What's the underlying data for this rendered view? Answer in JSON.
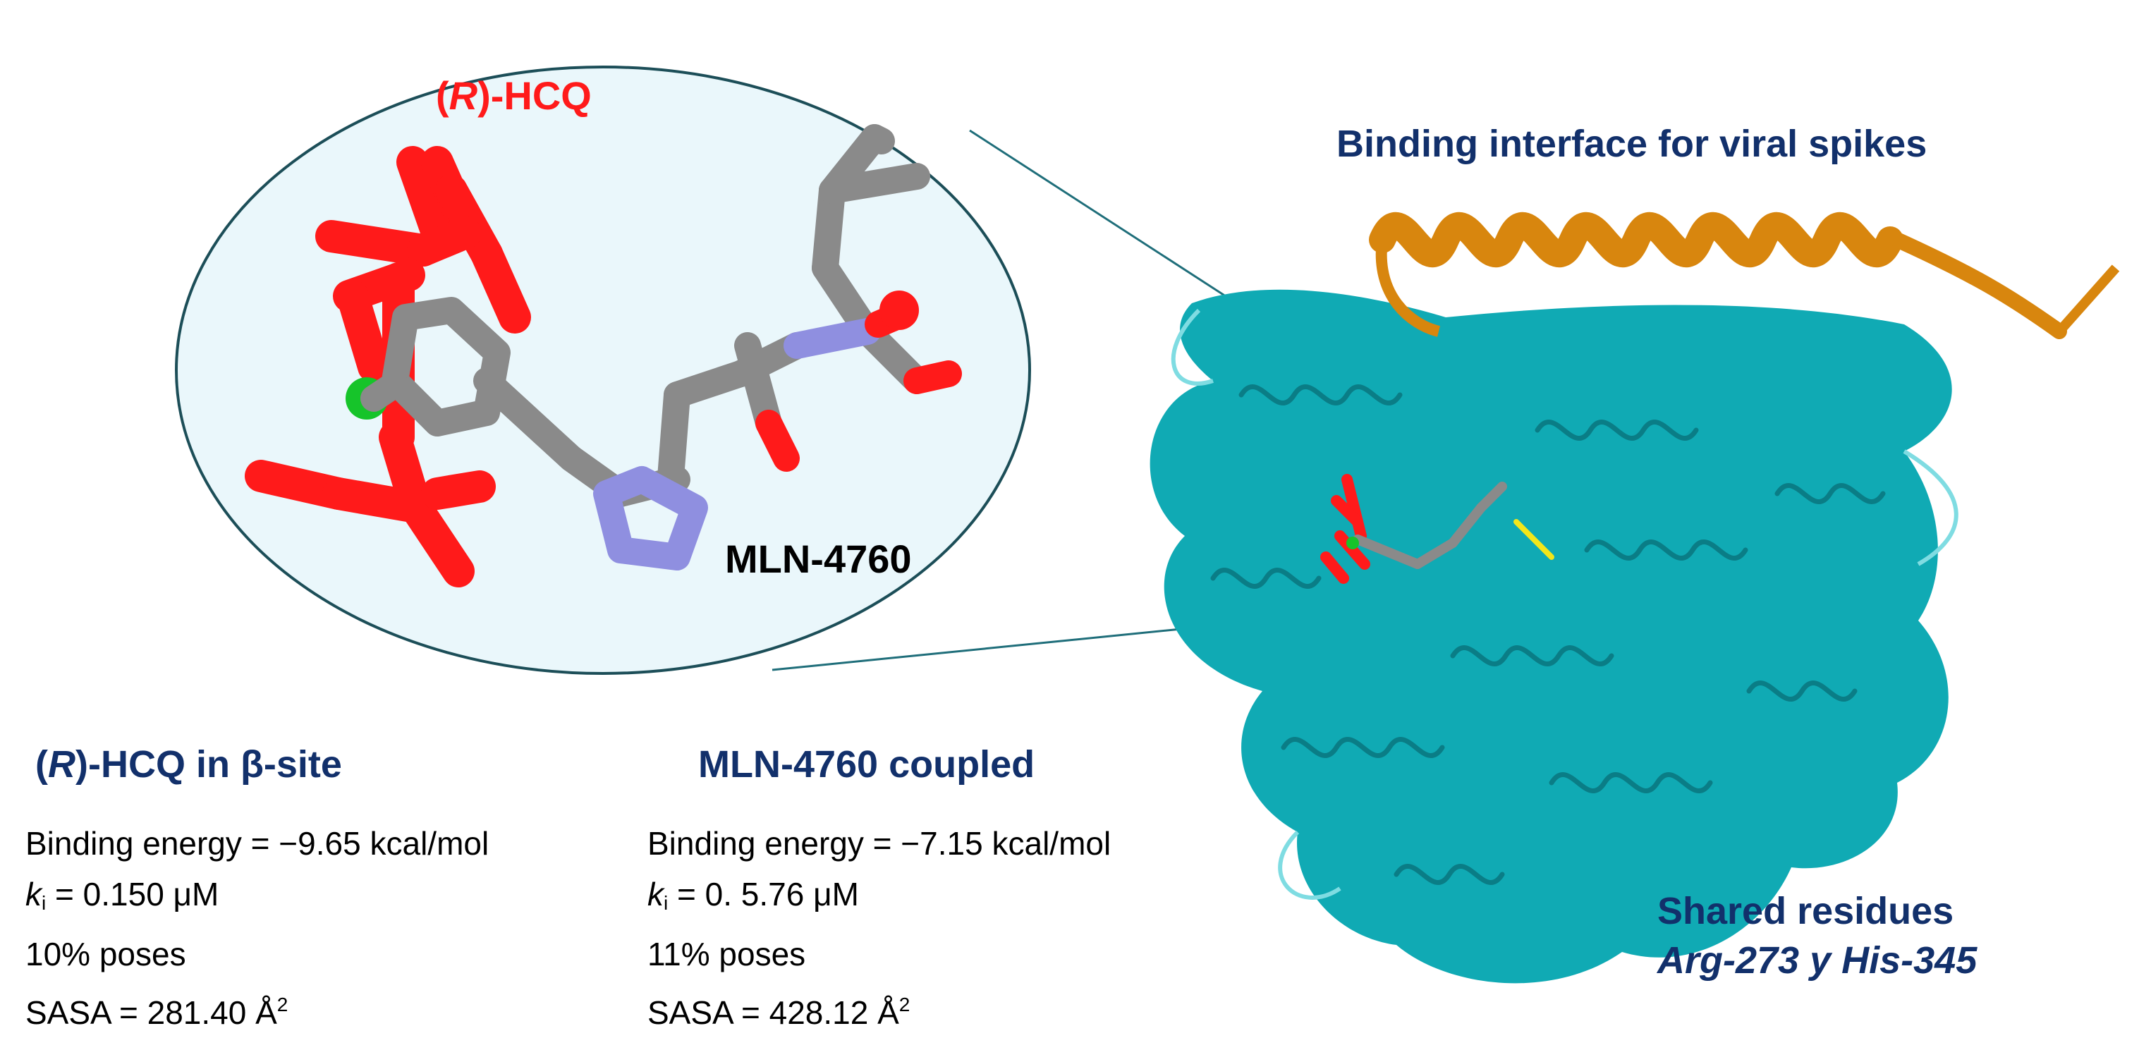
{
  "zoom_labels": {
    "hcq_prefix": "(",
    "hcq_italic": "R",
    "hcq_suffix": ")-HCQ",
    "mln": "MLN-4760"
  },
  "protein_labels": {
    "interface": "Binding interface for viral spikes",
    "shared_title": "Shared residues",
    "shared_residues": "Arg-273 y His-345"
  },
  "panels": {
    "hcq": {
      "title_prefix": "(",
      "title_italic": "R",
      "title_suffix": ")-HCQ in β-site",
      "binding_energy": "Binding energy = −9.65 kcal/mol",
      "ki_symbol": "k",
      "ki_sub": "i",
      "ki_value": " = 0.150 μM",
      "poses": "10% poses",
      "sasa": "SASA = 281.40 Å",
      "sasa_sup": "2"
    },
    "mln": {
      "title": "MLN-4760 coupled",
      "binding_energy": "Binding energy = −7.15 kcal/mol",
      "ki_symbol": "k",
      "ki_sub": "i",
      "ki_value": " = 0. 5.76 μM",
      "poses": "11% poses",
      "sasa": "SASA = 428.12 Å",
      "sasa_sup": "2"
    }
  },
  "colors": {
    "hcq": "#ff1a1a",
    "mln_carbon": "#8a8a8a",
    "nitrogen": "#8f8fe0",
    "oxygen": "#ff1a1a",
    "chlorine": "#16c42a",
    "protein_body": "#10aab4",
    "interface_helix": "#d8860e",
    "title_navy": "#12306b",
    "ellipse_fill": "#eaf7fb"
  }
}
